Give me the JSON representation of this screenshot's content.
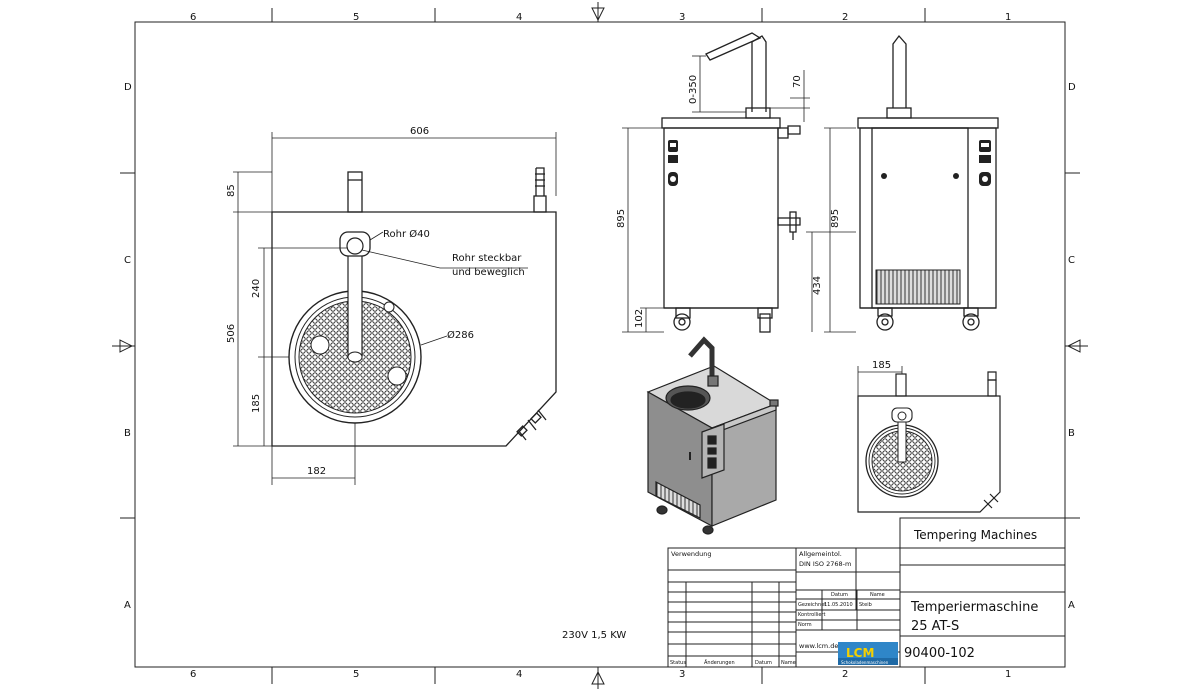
{
  "frame": {
    "columns": [
      "6",
      "5",
      "4",
      "3",
      "2",
      "1"
    ],
    "rows": [
      "D",
      "C",
      "B",
      "A"
    ]
  },
  "plan_view": {
    "dims": {
      "width_606": "606",
      "top_85": "85",
      "height_506": "506",
      "d240": "240",
      "d185": "185",
      "d182": "182"
    },
    "callouts": {
      "pipe": "Rohr Ø40",
      "pipe_note_1": "Rohr steckbar",
      "pipe_note_2": "und beweglich",
      "bowl": "Ø286"
    }
  },
  "front_view": {
    "dims": {
      "d0_350": "0-350",
      "d70": "70",
      "d895": "895",
      "d102": "102"
    }
  },
  "side_view": {
    "dims": {
      "d895": "895",
      "d434": "434"
    }
  },
  "small_plan": {
    "dims": {
      "d185": "185"
    }
  },
  "title_block": {
    "project_label": "Tempering Machines",
    "usage_label": "Verwendung",
    "tolerance_label": "Allgemeintol.",
    "tolerance_value": "DIN ISO 2768-m",
    "date_header": "Datum",
    "name_header": "Name",
    "drawn_label": "Gezeichnet",
    "drawn_date": "11.05.2010",
    "drawn_name": "Steib",
    "checked_label": "Kontrolliert",
    "norm_label": "Norm",
    "status_label": "Status",
    "changes_label": "Änderungen",
    "date_label": "Datum",
    "name_label": "Name",
    "website": "www.lcm.de",
    "logo_text": "LCM",
    "logo_subtext": "Schokoladenmaschinen",
    "title_line_1": "Temperiermaschine",
    "title_line_2": "25 AT-S",
    "drawing_number": "90400-102",
    "power": "230V 1,5 KW"
  }
}
